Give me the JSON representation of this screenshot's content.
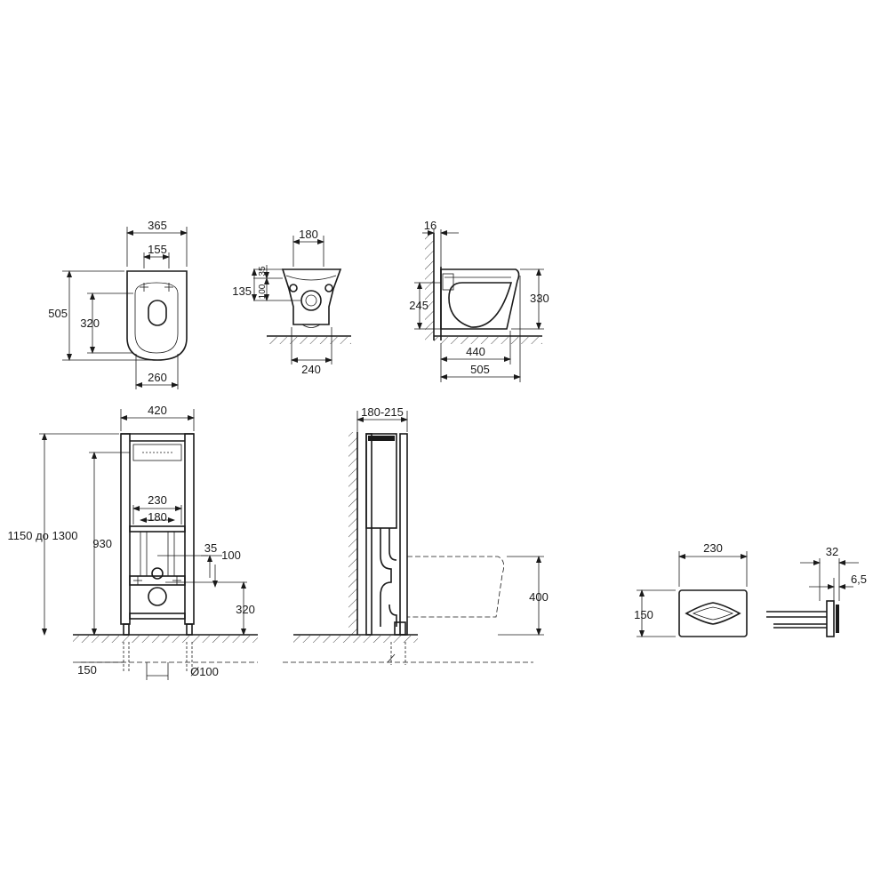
{
  "bowl_top_view": {
    "width_total": "365",
    "hole_spacing": "155",
    "length_total": "505",
    "length_to_holes": "320",
    "back_width": "260"
  },
  "bowl_rear_view": {
    "top_width": "180",
    "offset_top": "35",
    "height_to_pipe": "135",
    "pipe_offset": "100",
    "bottom_width": "240"
  },
  "bowl_side_view": {
    "wall_gap": "16",
    "inlet_height": "245",
    "bowl_height": "330",
    "depth_inner": "440",
    "depth_total": "505"
  },
  "frame_front_view": {
    "frame_width": "420",
    "total_height": "1150 до 1300",
    "bracket_height": "930",
    "bracket_spacing_outer": "230",
    "bracket_spacing_inner": "180",
    "inlet_offset": "35",
    "inlet_pitch": "100",
    "drain_height": "320",
    "foot_offset": "150",
    "drain_diameter": "Ø100"
  },
  "frame_side_view": {
    "depth_range": "180-215",
    "bowl_mount_height": "400"
  },
  "flush_plate": {
    "width": "230",
    "height": "150",
    "depth": "32",
    "thickness": "6,5"
  }
}
